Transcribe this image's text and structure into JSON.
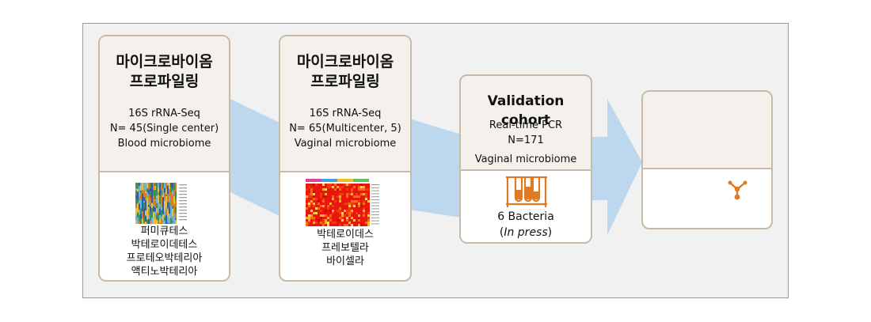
{
  "cards": [
    {
      "title_line1": "마이크로바이옴",
      "title_line2": "프로파일링",
      "method": "16S rRNA-Seq",
      "sample": "N= 45(Single center)",
      "type": "Blood microbiome",
      "taxa": [
        "퍼미큐테스",
        "박테로이데테스",
        "프로테오박테리아",
        "액티노박테리아"
      ]
    },
    {
      "title_line1": "마이크로바이옴",
      "title_line2": "프로파일링",
      "method": "16S rRNA-Seq",
      "sample": "N= 65(Multicenter, 5)",
      "type": "Vaginal microbiome",
      "taxa": [
        "박테로이데스",
        "프레보텔라",
        "바이셀라"
      ]
    },
    {
      "title": "Validation cohort",
      "method": "Real-time PCR",
      "sample": "N=171",
      "type": "Vaginal microbiome",
      "result": "6 Bacteria",
      "note": "In press",
      "icon": "test-tubes-icon"
    },
    {
      "icon": "molecule-icon"
    }
  ],
  "colors": {
    "arrow": "#bdd7ee",
    "border": "#c9b9a8",
    "card_top": "#f4f0ec",
    "accent": "#e07a22"
  }
}
